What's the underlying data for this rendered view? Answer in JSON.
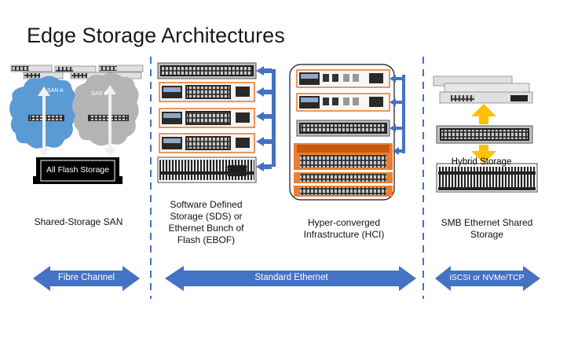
{
  "title": "Edge Storage Architectures",
  "columns": {
    "san": {
      "caption": "Shared-Storage SAN",
      "san_a": "SAN A",
      "san_b": "SAN B",
      "flash": "All Flash Storage"
    },
    "sds": {
      "caption": "Software Defined Storage (SDS) or Ethernet Bunch of Flash (EBOF)",
      "ebof_label": "EBOF"
    },
    "hci": {
      "caption": "Hyper-converged Infrastructure (HCI)"
    },
    "smb": {
      "caption": "SMB Ethernet Shared Storage",
      "hybrid": "Hybrid Storage"
    }
  },
  "transports": {
    "fibre": "Fibre Channel",
    "ethernet": "Standard Ethernet",
    "iscsi": "iSCSI or NVMe/TCP"
  },
  "colors": {
    "arrow_blue": "#4472c4",
    "orange": "#ed7d31",
    "gold": "#ffc000",
    "cloud_blue": "#5b9bd5",
    "cloud_gray": "#b4b4b4"
  }
}
